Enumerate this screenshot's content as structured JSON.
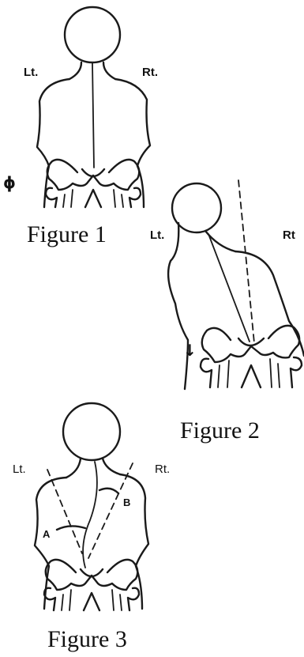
{
  "figures": [
    {
      "caption": "Figure 1",
      "left_label": "Lt.",
      "right_label": "Rt.",
      "marker": "ϕ"
    },
    {
      "caption": "Figure 2",
      "left_label": "Lt.",
      "right_label": "Rt",
      "marker": "↓"
    },
    {
      "caption": "Figure 3",
      "left_label": "Lt.",
      "right_label": "Rt.",
      "arc_a": "A",
      "arc_b": "B"
    }
  ],
  "colors": {
    "ink": "#1a1a1a",
    "background": "#ffffff"
  }
}
